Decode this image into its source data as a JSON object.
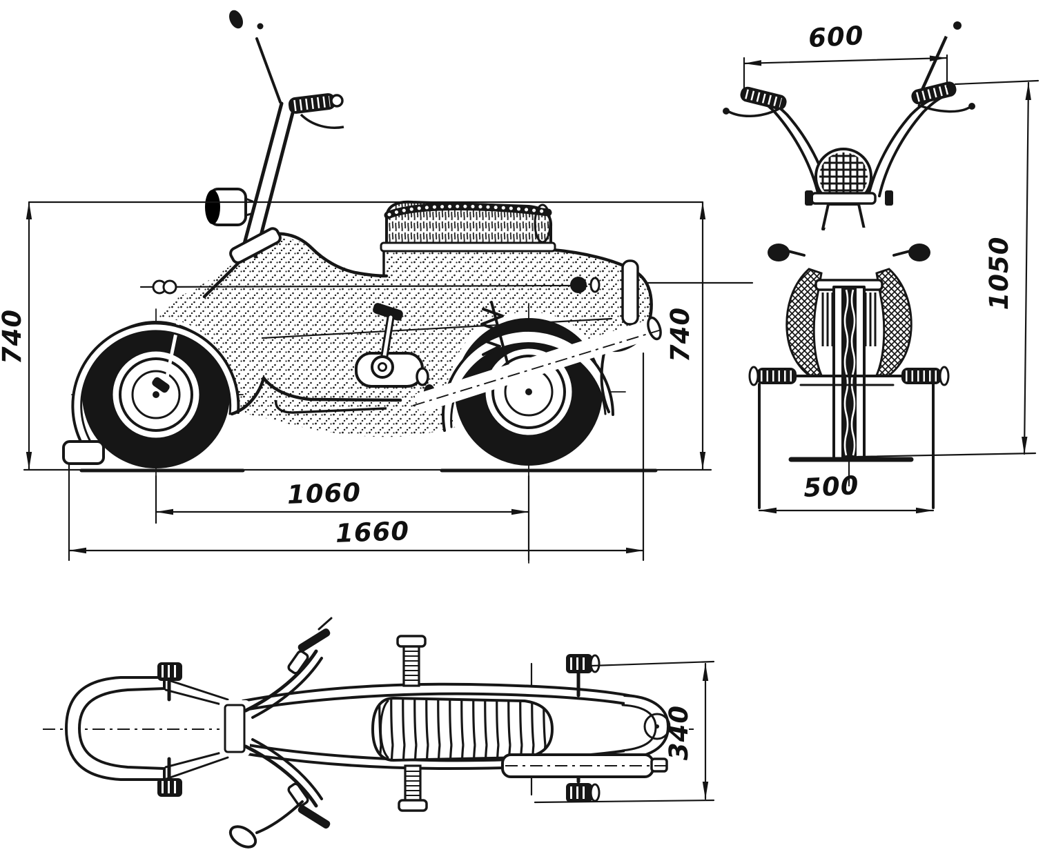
{
  "colors": {
    "ink": "#161616",
    "paper": "#ffffff"
  },
  "views": {
    "side": {
      "dims": {
        "height_left": "740",
        "height_right": "740",
        "wheelbase": "1060",
        "overall_length": "1660"
      }
    },
    "front": {
      "dims": {
        "handlebar_width": "600",
        "overall_height": "1050",
        "stand_width": "500"
      }
    },
    "top": {
      "dims": {
        "overall_width": "340"
      }
    }
  }
}
